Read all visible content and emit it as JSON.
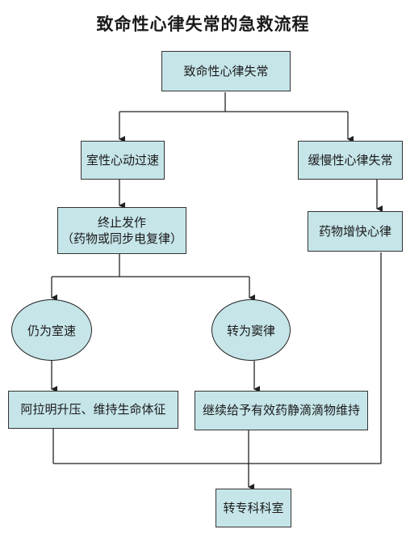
{
  "title": "致命性心律失常的急救流程",
  "nodes": {
    "root": "致命性心律失常",
    "vt": "室性心动过速",
    "brady": "缓慢性心律失常",
    "terminate_line1": "终止发作",
    "terminate_line2": "（药物或同步电复律）",
    "drug_rate": "药物增快心律",
    "still_vt": "仍为室速",
    "sinus": "转为窦律",
    "aramine": "阿拉明升压、维持生命体征",
    "continue_drip": "继续给予有效药静滴滴物维持",
    "transfer": "转专科科室"
  },
  "colors": {
    "box_fill": "#c6e5e9",
    "line": "#222222"
  }
}
